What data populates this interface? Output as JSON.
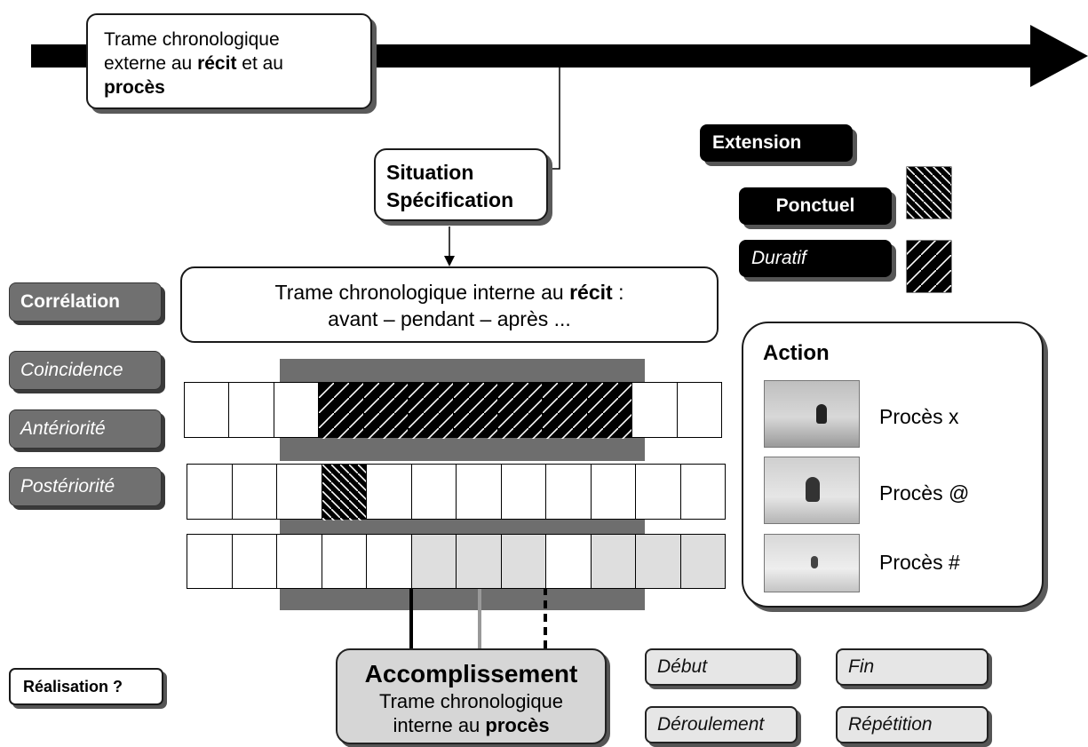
{
  "top_box": {
    "line1": "Trame chronologique",
    "line2_pre": "externe au ",
    "line2_bold": "récit",
    "line2_post": "  et au",
    "line3_bold": "procès"
  },
  "situation_box": {
    "line1": "Situation",
    "line2": "Spécification"
  },
  "legend": {
    "extension": "Extension",
    "ponctuel": "Ponctuel",
    "duratif": "Duratif"
  },
  "internal_box": {
    "line1_pre": "Trame chronologique interne au ",
    "line1_bold": "récit",
    "line1_post": " :",
    "line2": "avant – pendant – après ..."
  },
  "left_labels": {
    "correlation": "Corrélation",
    "coincidence": "Coincidence",
    "anteriorite": "Antériorité",
    "posteriorite": "Postériorité"
  },
  "action_box": {
    "title": "Action",
    "items": [
      "Procès x",
      "Procès @",
      "Procès #"
    ]
  },
  "realisation": "Réalisation ?",
  "accomplissement": {
    "title": "Accomplissement",
    "line1": "Trame chronologique",
    "line2_pre": "interne au ",
    "line2_bold": "procès"
  },
  "aspect_labels": {
    "debut": "Début",
    "fin": "Fin",
    "deroulement": "Déroulement",
    "repetition": "Répétition"
  },
  "rows": {
    "row1_hatched": [
      3,
      4,
      5,
      6,
      7,
      8,
      9
    ],
    "row2_hatched": [
      3
    ],
    "row3_shaded": [
      5,
      6,
      7,
      9,
      10,
      11
    ]
  },
  "colors": {
    "dark_band": "#6e6e6e",
    "label_gray": "#707070",
    "shade": "#dedede"
  }
}
